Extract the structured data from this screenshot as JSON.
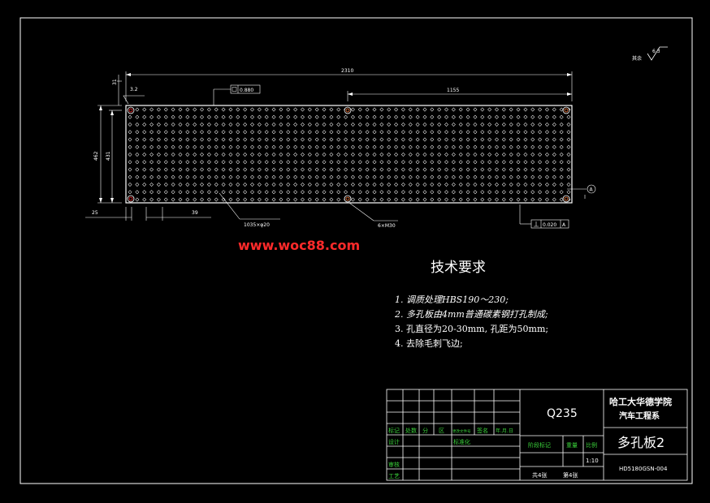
{
  "watermark": "www.woc88.com",
  "roughness": {
    "label": "其余",
    "value": "6.3"
  },
  "dimensions": {
    "overall_length": "2310",
    "half_length": "1155",
    "height_outer": "462",
    "height_inner": "431",
    "top_offset": "31",
    "left_margin": "25",
    "pitch": "39",
    "surface_roughness": "3.2",
    "flatness": "0.880",
    "hole_callout": "1035×φ20",
    "thread_callout": "6×M30",
    "perpendicular": "0.020",
    "perpendicular_datum": "A",
    "datum_label": "A"
  },
  "tech": {
    "heading": "技术要求",
    "items": [
      "1. 调质处理HBS190～230;",
      "2. 多孔板由4mm普通碳素钢打孔制成;",
      "3. 孔直径为20-30mm, 孔距为50mm;",
      "4. 去除毛刺飞边;"
    ]
  },
  "title_block": {
    "material": "Q235",
    "school_line1": "哈工大华德学院",
    "school_line2": "汽车工程系",
    "part_name": "多孔板2",
    "drawing_no": "HD5180GSN-004",
    "scale": "1:10",
    "sheet_total": "共4张",
    "sheet_no": "第4张",
    "stage_label": "阶段标记",
    "weight_label": "重量",
    "ratio_label": "比例",
    "header_row": [
      "标记",
      "处数",
      "分",
      "区",
      "更改文件号",
      "签名",
      "年.月.日"
    ],
    "design": "设计",
    "standardize": "标准化",
    "review": "审核",
    "process": "工艺"
  }
}
